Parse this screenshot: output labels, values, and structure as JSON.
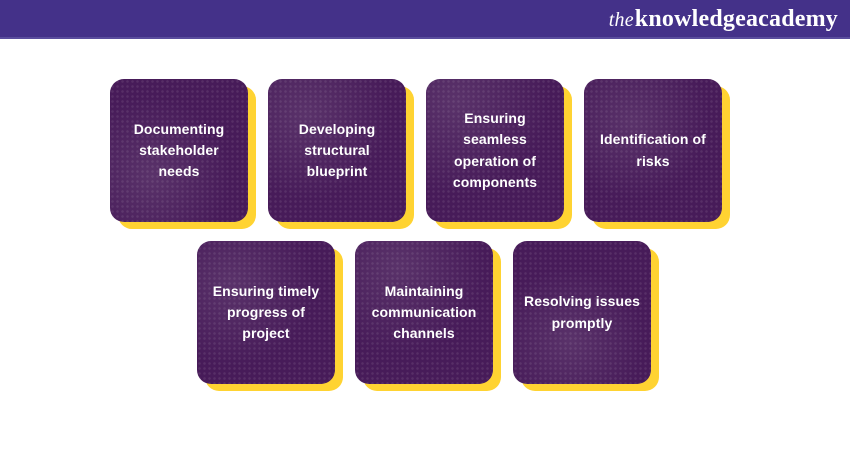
{
  "header": {
    "logo_prefix": "the",
    "logo_name": "knowledgeacademy"
  },
  "colors": {
    "header_background": "#443189",
    "card_background": "#471b59",
    "card_shadow": "#ffd332",
    "card_text": "#ffffff"
  },
  "cards": [
    {
      "label": "Documenting stakeholder needs"
    },
    {
      "label": "Developing structural blueprint"
    },
    {
      "label": "Ensuring seamless operation of components"
    },
    {
      "label": "Identification of risks"
    },
    {
      "label": "Ensuring timely progress of project"
    },
    {
      "label": "Maintaining communication channels"
    },
    {
      "label": "Resolving issues promptly"
    }
  ]
}
